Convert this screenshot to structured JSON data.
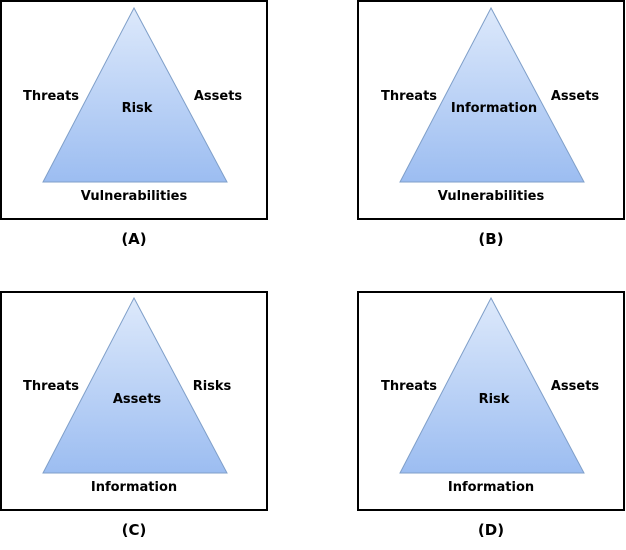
{
  "panels": [
    {
      "left": "Threats",
      "center": "Risk",
      "right": "Assets",
      "bottom": "Vulnerabilities",
      "caption": "(A)"
    },
    {
      "left": "Threats",
      "center": "Information",
      "right": "Assets",
      "bottom": "Vulnerabilities",
      "caption": "(B)"
    },
    {
      "left": "Threats",
      "center": "Assets",
      "right": "Risks",
      "bottom": "Information",
      "caption": "(C)"
    },
    {
      "left": "Threats",
      "center": "Risk",
      "right": "Assets",
      "bottom": "Information",
      "caption": "(D)"
    }
  ],
  "colors": {
    "triangle_top": "#dde9fb",
    "triangle_bottom": "#9cbdf1",
    "frame": "#000000"
  }
}
